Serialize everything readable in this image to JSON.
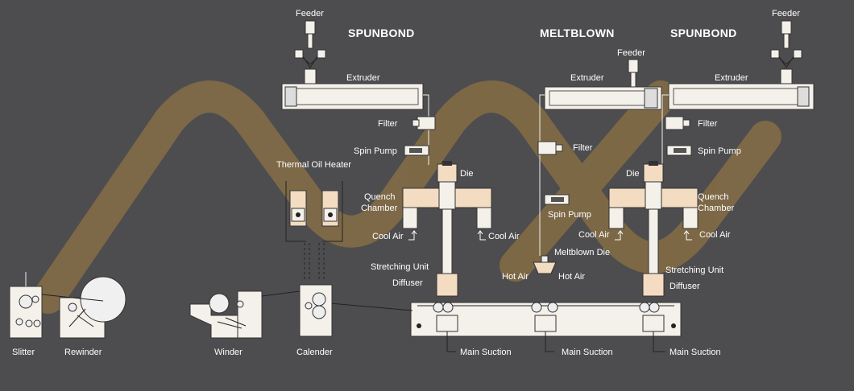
{
  "titles": {
    "spunbond_left": "SPUNBOND",
    "meltblown": "MELTBLOWN",
    "spunbond_right": "SPUNBOND"
  },
  "labels": {
    "feeder_left": "Feeder",
    "feeder_mid": "Feeder",
    "feeder_right": "Feeder",
    "extruder_left": "Extruder",
    "extruder_mid": "Extruder",
    "extruder_right": "Extruder",
    "filter_left": "Filter",
    "filter_mid": "Filter",
    "filter_right": "Filter",
    "spin_pump_left": "Spin Pump",
    "spin_pump_mid": "Spin Pump",
    "spin_pump_right": "Spin Pump",
    "die_left": "Die",
    "die_right": "Die",
    "quench_left_1": "Quench",
    "quench_left_2": "Chamber",
    "quench_right_1": "Quench",
    "quench_right_2": "Chamber",
    "cool_air_1": "Cool Air",
    "cool_air_2": "Cool Air",
    "cool_air_3": "Cool Air",
    "cool_air_4": "Cool Air",
    "thermal_oil_heater": "Thermal Oil Heater",
    "stretching_left": "Stretching Unit",
    "stretching_right": "Stretching Unit",
    "diffuser_left": "Diffuser",
    "diffuser_right": "Diffuser",
    "meltblown_die": "Meltblown Die",
    "hot_air_left": "Hot Air",
    "hot_air_right": "Hot Air",
    "main_suction_1": "Main Suction",
    "main_suction_2": "Main Suction",
    "main_suction_3": "Main Suction",
    "slitter": "Slitter",
    "rewinder": "Rewinder",
    "winder": "Winder",
    "calender": "Calender"
  },
  "colors": {
    "background": "#4d4d4f",
    "watermark": "#b8893d",
    "machine_fill": "#f4f0ea",
    "accent_fill": "#f3dcc2"
  }
}
